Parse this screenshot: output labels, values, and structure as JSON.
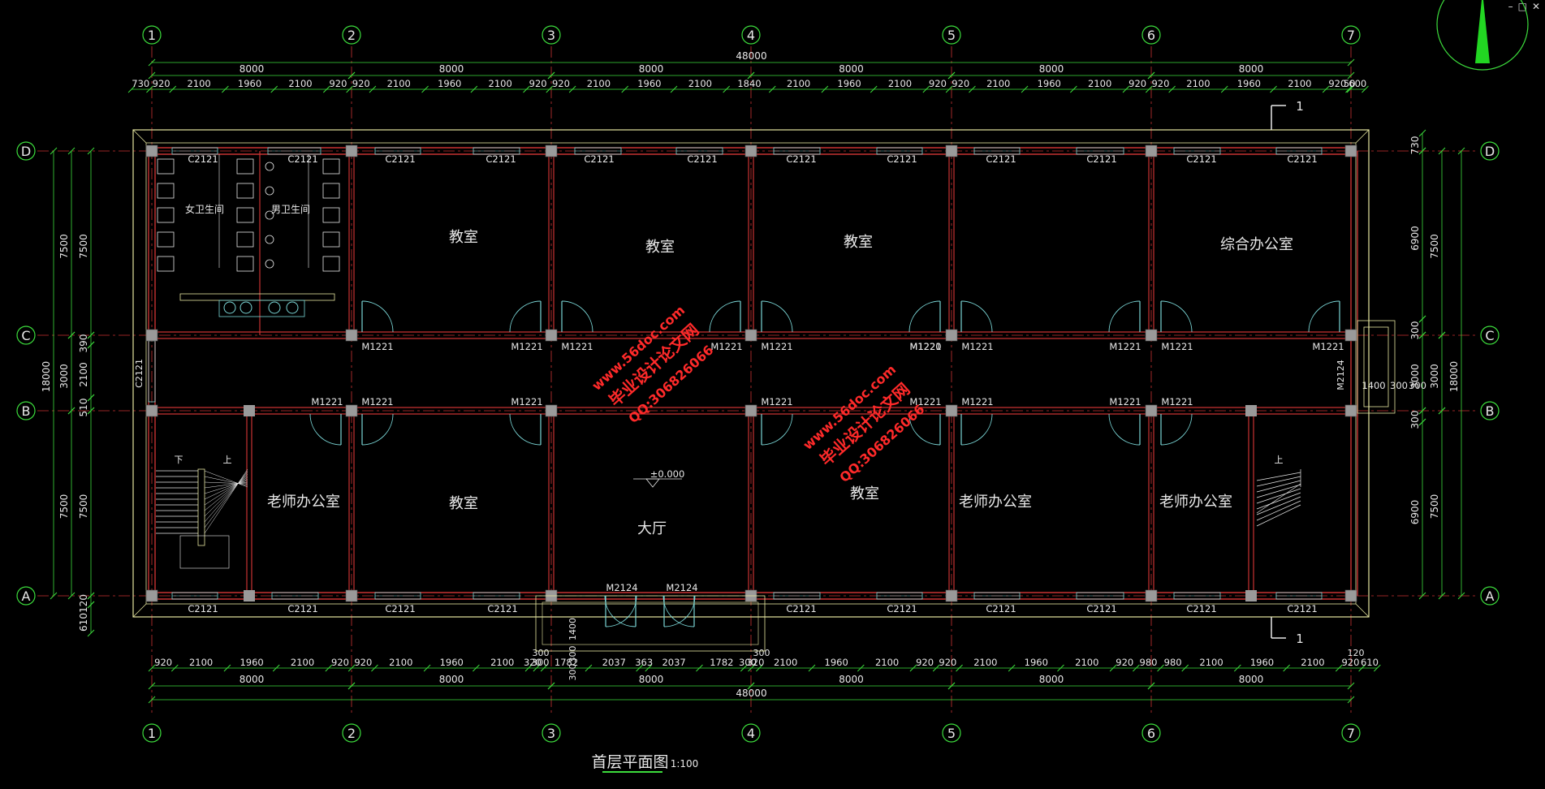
{
  "window_controls": {
    "minimize": "–",
    "restore": "□",
    "close": "✕"
  },
  "axes": {
    "columns": [
      "1",
      "2",
      "3",
      "4",
      "5",
      "6",
      "7"
    ],
    "rows": [
      "D",
      "C",
      "B",
      "A"
    ]
  },
  "dims": {
    "total_top": "48000",
    "total_bottom": "48000",
    "bays_top": [
      "8000",
      "8000",
      "8000",
      "8000",
      "8000",
      "8000"
    ],
    "bays_bottom": [
      "8000",
      "8000",
      "8000",
      "8000",
      "8000",
      "8000"
    ],
    "top_detail": [
      "730",
      "920",
      "2100",
      "1960",
      "2100",
      "920",
      "920",
      "2100",
      "1960",
      "2100",
      "920",
      "920",
      "2100",
      "1960",
      "2100",
      "1840",
      "2100",
      "1960",
      "2100",
      "920",
      "920",
      "2100",
      "1960",
      "2100",
      "920",
      "920",
      "2100",
      "1960",
      "2100",
      "920",
      "50",
      "600"
    ],
    "bottom_detail": [
      "920",
      "2100",
      "1960",
      "2100",
      "920",
      "920",
      "2100",
      "1960",
      "2100",
      "320",
      "300",
      "1782",
      "2037",
      "363",
      "2037",
      "1782",
      "300",
      "320",
      "2100",
      "1960",
      "2100",
      "920",
      "920",
      "2100",
      "1960",
      "2100",
      "920",
      "980",
      "980",
      "2100",
      "1960",
      "2100",
      "920",
      "610"
    ],
    "bottom_extra": [
      "300",
      "300",
      "120"
    ],
    "left_outer": [
      "7500",
      "3000",
      "7500"
    ],
    "left_total": "18000",
    "left_inner": [
      "7500",
      "390",
      "2100",
      "510",
      "7500"
    ],
    "left_bottom": [
      "120",
      "610"
    ],
    "right_inner": [
      "730",
      "6900",
      "300",
      "3000",
      "300",
      "6900"
    ],
    "right_outer": [
      "7500",
      "3000",
      "7500"
    ],
    "right_total": "18000",
    "right_stair": [
      "1400",
      "300",
      "300"
    ],
    "entrance_dims": [
      "1400",
      "300",
      "300"
    ]
  },
  "labels": {
    "windows_top": [
      "C2121",
      "C2121",
      "C2121",
      "C2121",
      "C2121",
      "C2121",
      "C2121",
      "C2121",
      "C2121",
      "C2121",
      "C2121",
      "C2121"
    ],
    "windows_bottom": [
      "C2121",
      "C2121",
      "C2121",
      "C2121",
      "C2121",
      "C2121",
      "C2121",
      "C2121",
      "C2121",
      "C2121"
    ],
    "window_left": "C2121",
    "door_m2124": "M2124",
    "door_m1221": "M1221",
    "doors_upper": [
      "M1221",
      "M1221",
      "M1221",
      "M1221",
      "M1221",
      "M1221",
      "M1221",
      "M1221",
      "M1221",
      "M1221",
      "M1221"
    ],
    "doors_lower": [
      "M1221",
      "M1221",
      "M1221",
      "M1221",
      "M1221",
      "M1221",
      "M1221",
      "M1221",
      "M1221",
      "M1221",
      "M1221"
    ],
    "door_upper_special": "M1220",
    "section_mark": "1",
    "elevation": "±0.000"
  },
  "rooms": {
    "womens_wc": "女卫生间",
    "mens_wc": "男卫生间",
    "classroom_1": "教室",
    "classroom_2": "教室",
    "classroom_3": "教室",
    "general_office": "综合办公室",
    "teacher_office_1": "老师办公室",
    "classroom_4": "教室",
    "hall": "大厅",
    "classroom_5": "教室",
    "teacher_office_2": "老师办公室",
    "teacher_office_3": "老师办公室",
    "stair_down": "下",
    "stair_up": "上"
  },
  "drawing_title": "首层平面图",
  "drawing_scale": "1:100",
  "watermarks": [
    {
      "site": "www.56doc.com",
      "name": "毕业设计论文网",
      "qq": "QQ:306826066"
    },
    {
      "site": "www.56doc.com",
      "name": "毕业设计论文网",
      "qq": "QQ:306826066"
    }
  ],
  "colors": {
    "background": "#000000",
    "axis_green": "#3cdc3c",
    "dim_green": "#3cdc3c",
    "text_white": "#e8e8e8",
    "wall_red": "#c83232",
    "wall_yellow": "#e6e6a0",
    "door_cyan": "#7ad6d6",
    "column_gray": "#9a9a9a",
    "watermark_red": "#ff2a2a"
  }
}
